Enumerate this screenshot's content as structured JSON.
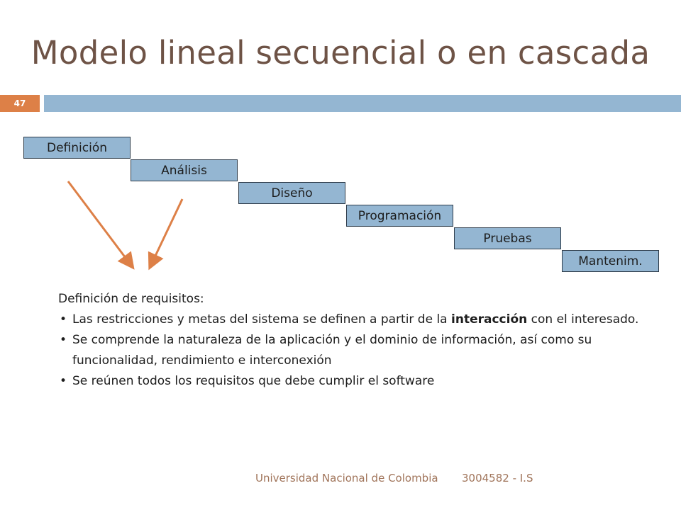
{
  "slide": {
    "title": "Modelo lineal secuencial o en cascada",
    "number": "47"
  },
  "steps": [
    "Definición",
    "Análisis",
    "Diseño",
    "Programación",
    "Pruebas",
    "Mantenim."
  ],
  "content": {
    "heading": "Definición de requisitos:",
    "bullet1_pre": "Las restricciones y metas del sistema se definen a partir de la ",
    "bullet1_bold": "interacción",
    "bullet1_post": " con el interesado.",
    "bullet2": "Se comprende la naturaleza de la aplicación y el dominio de información, así como su funcionalidad, rendimiento e interconexión",
    "bullet3": "Se reúnen todos los requisitos que debe cumplir el software"
  },
  "footer": {
    "institution": "Universidad Nacional de Colombia",
    "course": "3004582 - I.S"
  },
  "colors": {
    "title": "#6e5346",
    "accent_orange": "#dd8047",
    "bar_blue": "#94b6d2",
    "footer_text": "#a0745a"
  }
}
